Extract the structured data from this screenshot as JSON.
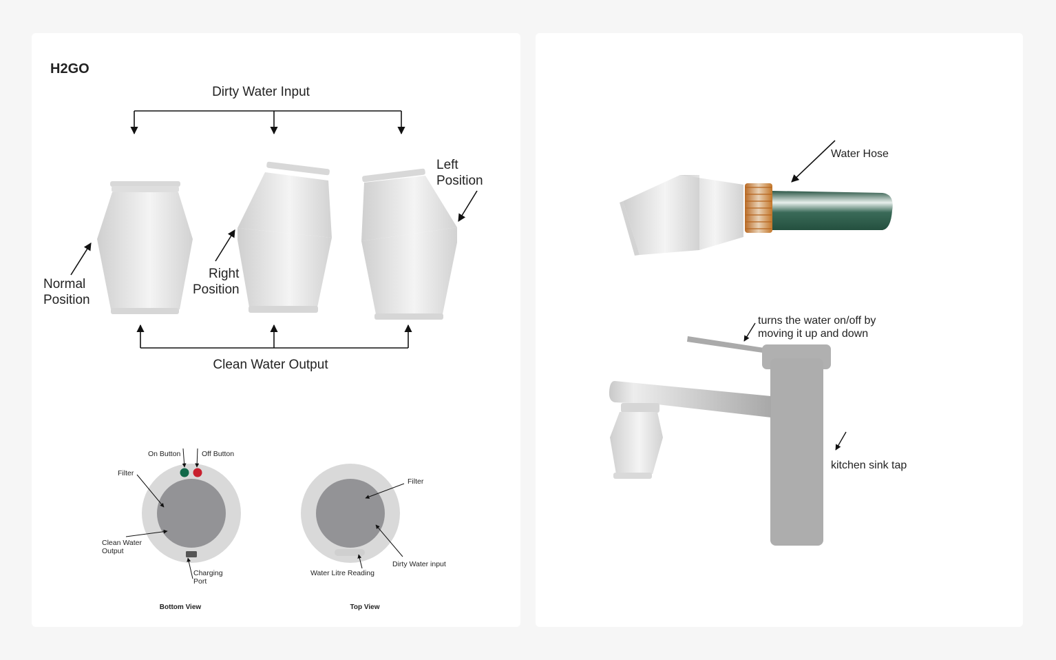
{
  "brand": "H2GO",
  "main_diagram": {
    "input_label": "Dirty Water Input",
    "output_label": "Clean Water Output",
    "normal_position": [
      "Normal",
      "Position"
    ],
    "right_position": [
      "Right",
      "Position"
    ],
    "left_position": [
      "Left",
      "Position"
    ]
  },
  "bottom_view": {
    "caption": "Bottom View",
    "on_button": "On Button",
    "off_button": "Off Button",
    "filter": "Filter",
    "clean_output": [
      "Clean Water",
      "Output"
    ],
    "charging_port": [
      "Charging",
      "Port"
    ]
  },
  "top_view": {
    "caption": "Top View",
    "filter": "Filter",
    "dirty_input": "Dirty Water input",
    "litre_reading": "Water Litre Reading"
  },
  "hose_diagram": {
    "hose_label": "Water Hose"
  },
  "tap_diagram": {
    "lever_label": [
      "turns the water on/off by",
      "moving it up and down"
    ],
    "tap_label": "kitchen sink tap"
  },
  "colors": {
    "canister": "#dcdcdc",
    "filter_core": "#939396",
    "on_button": "#12694a",
    "off_button": "#c8202e",
    "hose": "#2b5a48",
    "connector": "#c9782f",
    "tap": "#b0b0b0"
  }
}
